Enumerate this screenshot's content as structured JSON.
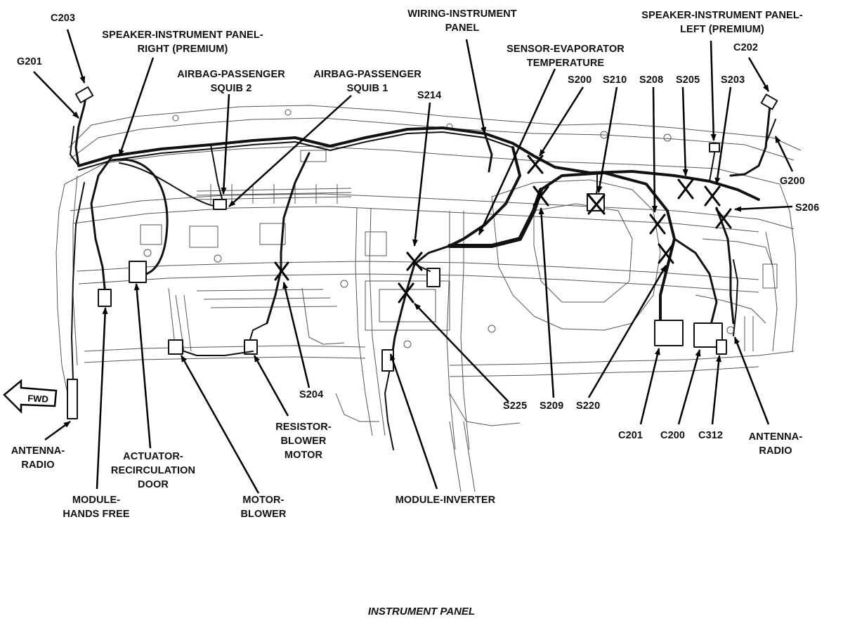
{
  "caption": "INSTRUMENT PANEL",
  "fwd_label": "FWD",
  "labels": {
    "c203": "C203",
    "g201": "G201",
    "speaker_right": "SPEAKER-INSTRUMENT PANEL-\nRIGHT (PREMIUM)",
    "airbag_squib2": "AIRBAG-PASSENGER\nSQUIB 2",
    "airbag_squib1": "AIRBAG-PASSENGER\nSQUIB 1",
    "s214": "S214",
    "wiring_ip": "WIRING-INSTRUMENT\nPANEL",
    "sensor_evap": "SENSOR-EVAPORATOR\nTEMPERATURE",
    "speaker_left": "SPEAKER-INSTRUMENT PANEL-\nLEFT (PREMIUM)",
    "c202": "C202",
    "s200": "S200",
    "s210": "S210",
    "s208": "S208",
    "s205": "S205",
    "s203": "S203",
    "g200": "G200",
    "s206": "S206",
    "s204": "S204",
    "s225": "S225",
    "s209": "S209",
    "s220": "S220",
    "c201": "C201",
    "c200": "C200",
    "c312": "C312",
    "antenna_radio_right": "ANTENNA-\nRADIO",
    "antenna_radio_left": "ANTENNA-\nRADIO",
    "actuator_recirc": "ACTUATOR-\nRECIRCULATION\nDOOR",
    "module_hands_free": "MODULE-\nHANDS FREE",
    "motor_blower": "MOTOR-\nBLOWER",
    "resistor_blower": "RESISTOR-\nBLOWER\nMOTOR",
    "module_inverter": "MODULE-INVERTER"
  }
}
